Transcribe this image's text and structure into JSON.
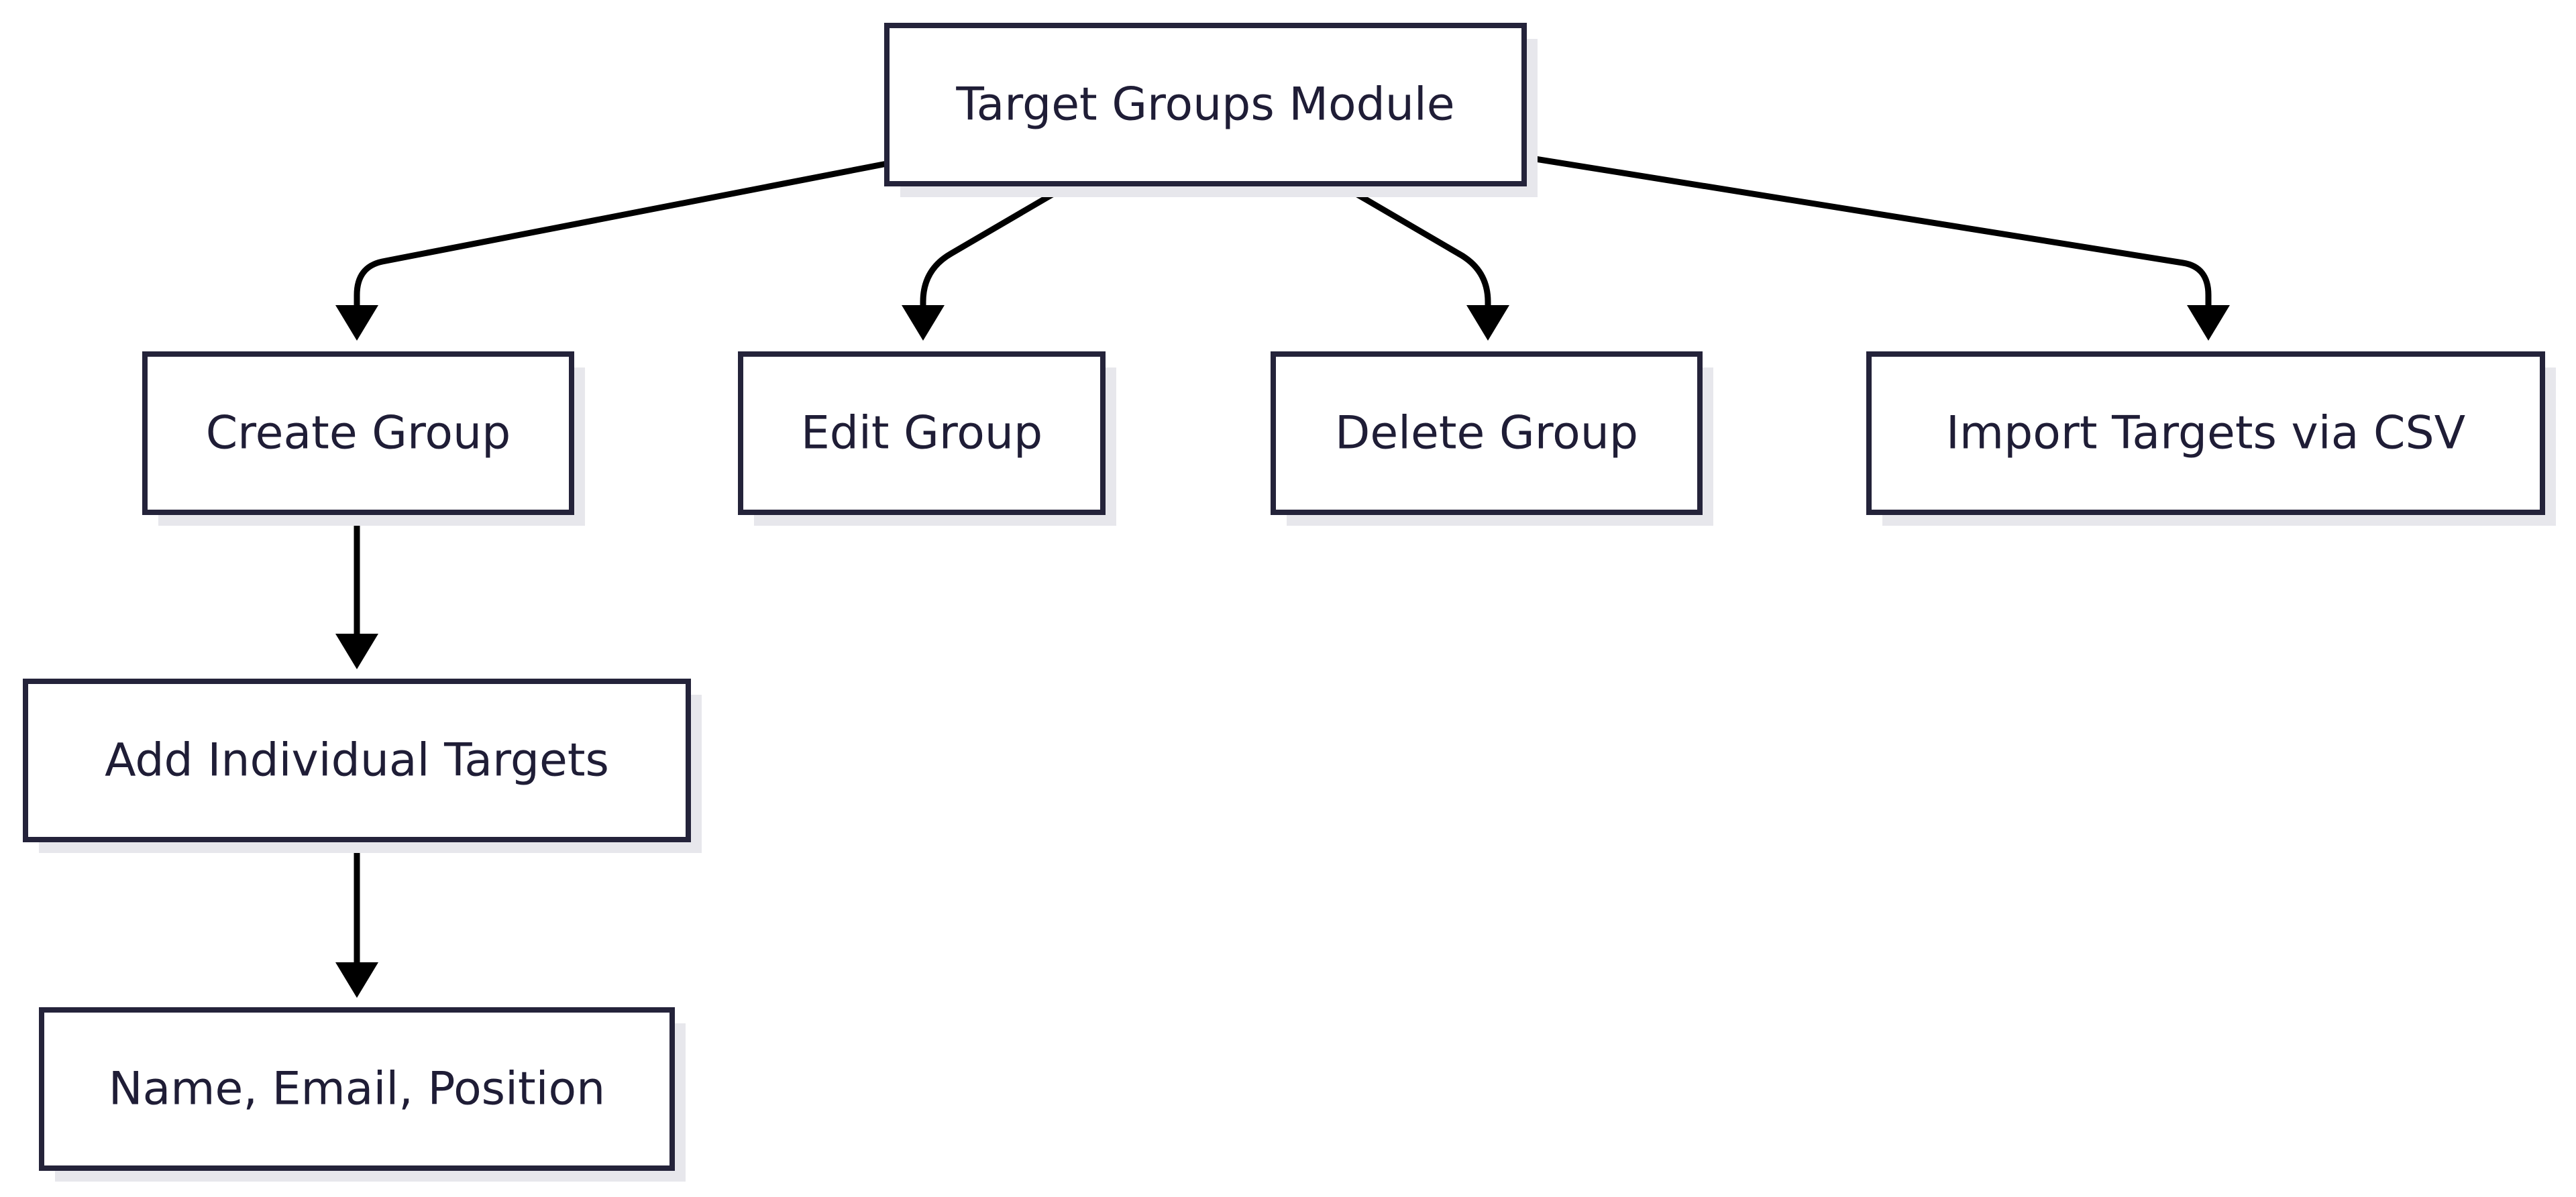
{
  "diagram": {
    "type": "flowchart",
    "nodes": [
      {
        "id": "root",
        "label": "Target Groups Module"
      },
      {
        "id": "create",
        "label": "Create Group"
      },
      {
        "id": "edit",
        "label": "Edit Group"
      },
      {
        "id": "delete",
        "label": "Delete Group"
      },
      {
        "id": "import",
        "label": "Import Targets via CSV"
      },
      {
        "id": "add",
        "label": "Add Individual Targets"
      },
      {
        "id": "fields",
        "label": "Name, Email, Position"
      }
    ],
    "edges": [
      {
        "from": "root",
        "to": "create"
      },
      {
        "from": "root",
        "to": "edit"
      },
      {
        "from": "root",
        "to": "delete"
      },
      {
        "from": "root",
        "to": "import"
      },
      {
        "from": "create",
        "to": "add"
      },
      {
        "from": "add",
        "to": "fields"
      }
    ]
  },
  "colors": {
    "box_stroke": "#24233a",
    "box_fill": "#ffffff",
    "shadow": "#e7e7ec",
    "text": "#1f1d36",
    "edge": "#000000"
  }
}
